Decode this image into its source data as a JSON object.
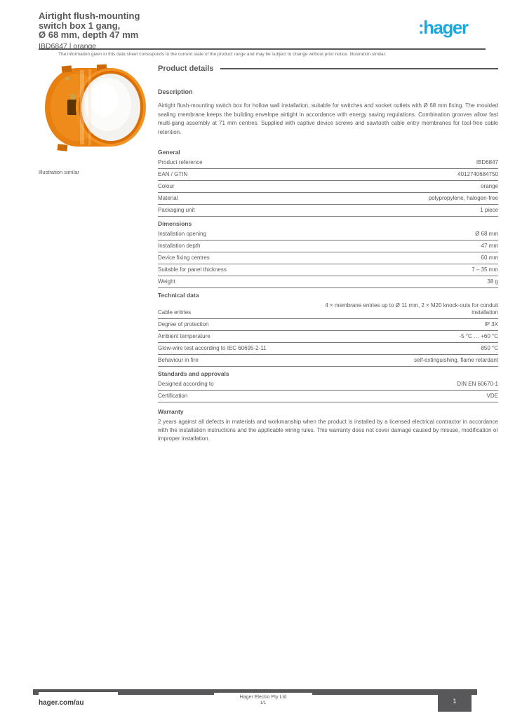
{
  "header": {
    "title_lines": [
      "Airtight flush-mounting",
      "switch box 1 gang,",
      "Ø 68 mm, depth 47 mm"
    ],
    "subtitle": "IBD6847 | orange",
    "logo_text": ":hager",
    "fine_print": "The information given in this data sheet corresponds to the current state of the product range and may be subject to change without prior notice. Illustration similar.",
    "image_caption": "Illustration similar"
  },
  "main": {
    "section_title": "Product details",
    "description_heading": "Description",
    "description_text": "Airtight flush-mounting switch box for hollow wall installation, suitable for switches and socket outlets with Ø 68 mm fixing. The moulded sealing membrane keeps the building envelope airtight in accordance with energy saving regulations. Combination grooves allow fast multi-gang assembly at 71 mm centres. Supplied with captive device screws and sawtooth cable entry membranes for tool-free cable retention."
  },
  "specs": {
    "sections": [
      {
        "heading": "General",
        "rows": [
          {
            "label": "Product reference",
            "value": "IBD6847"
          },
          {
            "label": "EAN / GTIN",
            "value": "4012740684750"
          },
          {
            "label": "Colour",
            "value": "orange"
          },
          {
            "label": "Material",
            "value": "polypropylene, halogen-free"
          },
          {
            "label": "Packaging unit",
            "value": "1 piece"
          }
        ]
      },
      {
        "heading": "Dimensions",
        "rows": [
          {
            "label": "Installation opening",
            "value": "Ø 68 mm"
          },
          {
            "label": "Installation depth",
            "value": "47 mm"
          },
          {
            "label": "Device fixing centres",
            "value": "60 mm"
          },
          {
            "label": "Suitable for panel thickness",
            "value": "7 – 35 mm"
          },
          {
            "label": "Weight",
            "value": "38 g"
          }
        ]
      },
      {
        "heading": "Technical data",
        "rows": [
          {
            "label": "Cable entries",
            "value": "4 × membrane entries up to Ø 11 mm, 2 × M20 knock-outs for conduit installation"
          },
          {
            "label": "Degree of protection",
            "value": "IP 3X"
          },
          {
            "label": "Ambient temperature",
            "value": "-5 °C … +60 °C"
          },
          {
            "label": "Glow-wire test according to IEC 60695-2-11",
            "value": "850 °C"
          },
          {
            "label": "Behaviour in fire",
            "value": "self-extinguishing, flame retardant"
          }
        ]
      },
      {
        "heading": "Standards and approvals",
        "rows": [
          {
            "label": "Designed according to",
            "value": "DIN EN 60670-1"
          },
          {
            "label": "Certification",
            "value": "VDE"
          }
        ]
      }
    ]
  },
  "warranty": {
    "heading": "Warranty",
    "text": "2 years against all defects in materials and workmanship when the product is installed by a licensed electrical contractor in accordance with the installation instructions and the applicable wiring rules. This warranty does not cover damage caused by misuse, modification or improper installation."
  },
  "footer": {
    "site": "hager.com/au",
    "center_line1": "Hager Electro Pty Ltd",
    "center_line2": "1/1",
    "page_number": "1"
  }
}
